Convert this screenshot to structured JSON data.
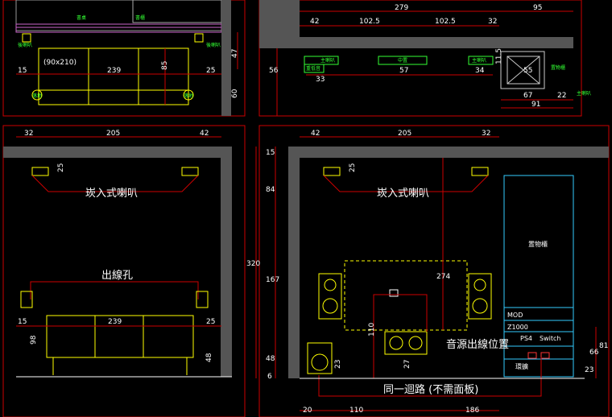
{
  "top_left": {
    "label_top_1": "書桌",
    "label_top_2": "書櫃",
    "dim_depth": "47",
    "dim_60": "60",
    "sofa_size": "(90x210)",
    "dim_left": "15",
    "dim_width": "239",
    "dim_right": "25",
    "dim_height": "85",
    "spk_left": "後喇叭",
    "spk_right": "後喇叭",
    "lamp_left": "落地",
    "lamp_right": "落地"
  },
  "top_right": {
    "dim_279": "279",
    "dim_95": "95",
    "dim_42": "42",
    "dim_1025a": "102.5",
    "dim_1025b": "102.5",
    "dim_32": "32",
    "dim_56": "56",
    "dim_33": "33",
    "dim_57": "57",
    "dim_34": "34",
    "dim_115": "11.5",
    "dim_55": "55",
    "dim_67": "67",
    "dim_22": "22",
    "dim_91": "91",
    "spk_fl": "主喇叭",
    "spk_c": "中置",
    "spk_fr": "主喇叭",
    "sub": "重低音",
    "cabinet": "置物櫃",
    "cab2": "主喇叭"
  },
  "elev_left": {
    "dim_32": "32",
    "dim_205": "205",
    "dim_42": "42",
    "dim_25": "25",
    "ceiling_speaker": "崁入式喇叭",
    "outlet": "出線孔",
    "dim_15": "15",
    "dim_239": "239",
    "dim_25b": "25",
    "dim_98": "98",
    "dim_48": "48"
  },
  "elev_right": {
    "dim_42": "42",
    "dim_205": "205",
    "dim_32": "32",
    "dim_25": "25",
    "ceiling_speaker": "崁入式喇叭",
    "v_15": "15",
    "v_84": "84",
    "v_320": "320",
    "v_167": "167",
    "v_48": "48",
    "v_6": "6",
    "dim_274": "274",
    "dim_110v": "110",
    "dim_27": "27",
    "dim_23": "23",
    "storage": "置物櫃",
    "mod": "MOD",
    "z1000": "Z1000",
    "ps4": "PS4",
    "switch": "Switch",
    "amp": "環擴",
    "source_outlet": "音源出線位置",
    "circuit": "同一迴路 (不需面板)",
    "b_20": "20",
    "b_110": "110",
    "b_186": "186",
    "r_23": "23",
    "r_66": "66",
    "r_81": "81"
  }
}
